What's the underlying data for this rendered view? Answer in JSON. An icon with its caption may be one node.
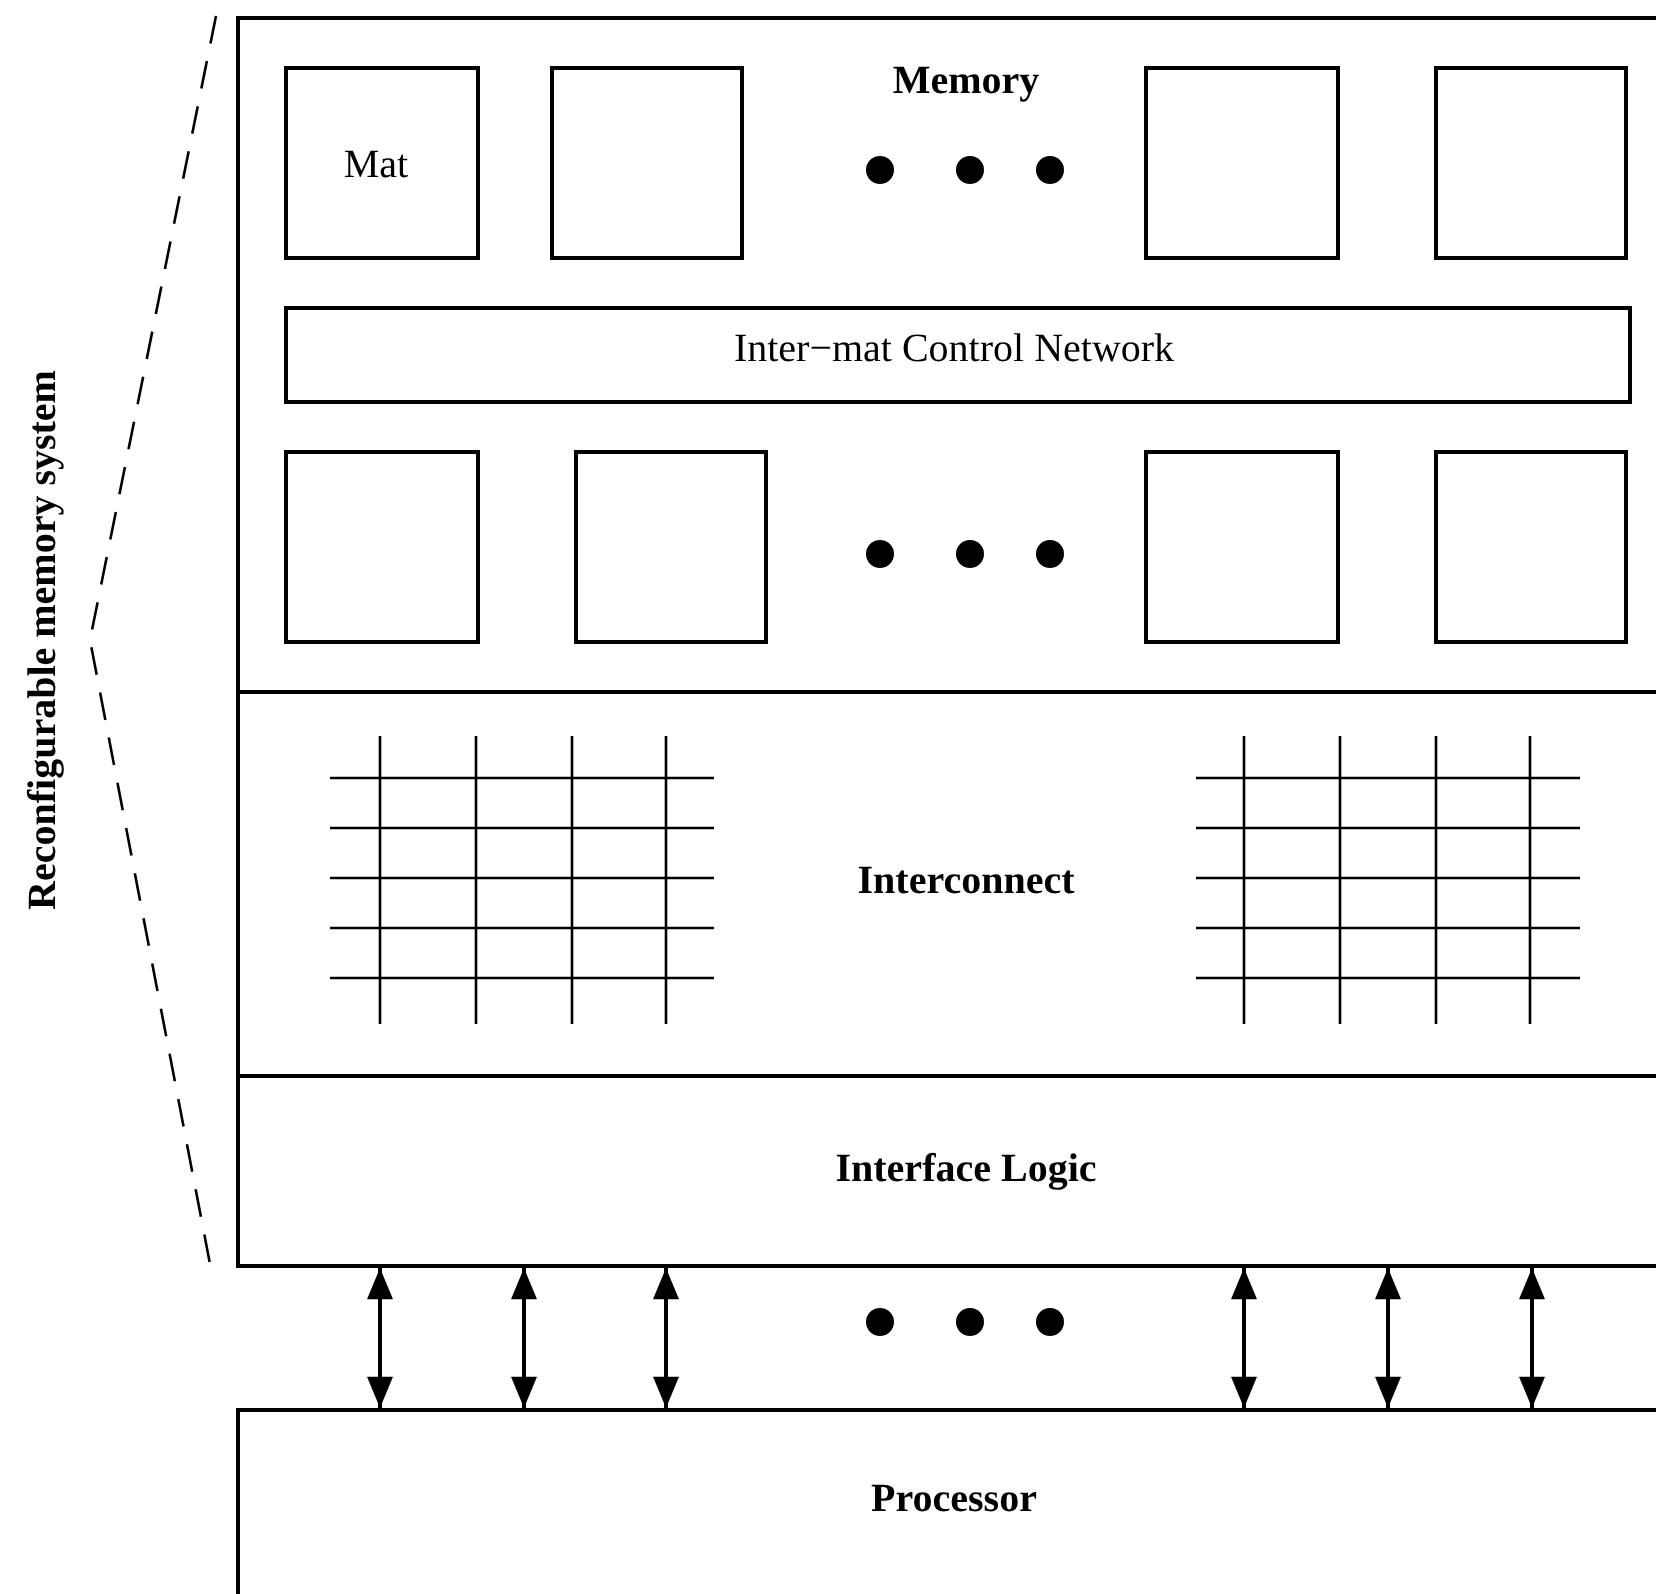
{
  "diagram": {
    "nodes": [
      {
        "text": [
          "Memory"
        ]
      },
      {
        "text": [
          "Mat"
        ],
        "in": 0
      },
      {
        "text": [],
        "shape": "box",
        "in": 0
      },
      {
        "text": [],
        "shape": "box",
        "in": 0
      },
      {
        "text": [],
        "shape": "box",
        "in": 0
      },
      {
        "text": [
          "Inter−mat Control Network"
        ],
        "in": 0
      },
      {
        "text": [],
        "shape": "box",
        "in": 0
      },
      {
        "text": [],
        "shape": "box",
        "in": 0
      },
      {
        "text": [],
        "shape": "box",
        "in": 0
      },
      {
        "text": [],
        "shape": "box",
        "in": 0
      },
      {
        "text": [
          "Interconnect"
        ]
      },
      {
        "text": [
          "Interface Logic"
        ]
      },
      {
        "text": [
          "Processor"
        ]
      }
    ],
    "edges": [
      {
        "from": 11,
        "to": 12,
        "arrow": "both"
      },
      {
        "from": 11,
        "to": 12,
        "arrow": "both"
      },
      {
        "from": 11,
        "to": 12,
        "arrow": "both"
      },
      {
        "from": 11,
        "to": 12,
        "arrow": "both"
      },
      {
        "from": 11,
        "to": 12,
        "arrow": "both"
      },
      {
        "from": 11,
        "to": 12,
        "arrow": "both"
      }
    ],
    "labels": [
      "Reconfigurable memory system"
    ]
  }
}
